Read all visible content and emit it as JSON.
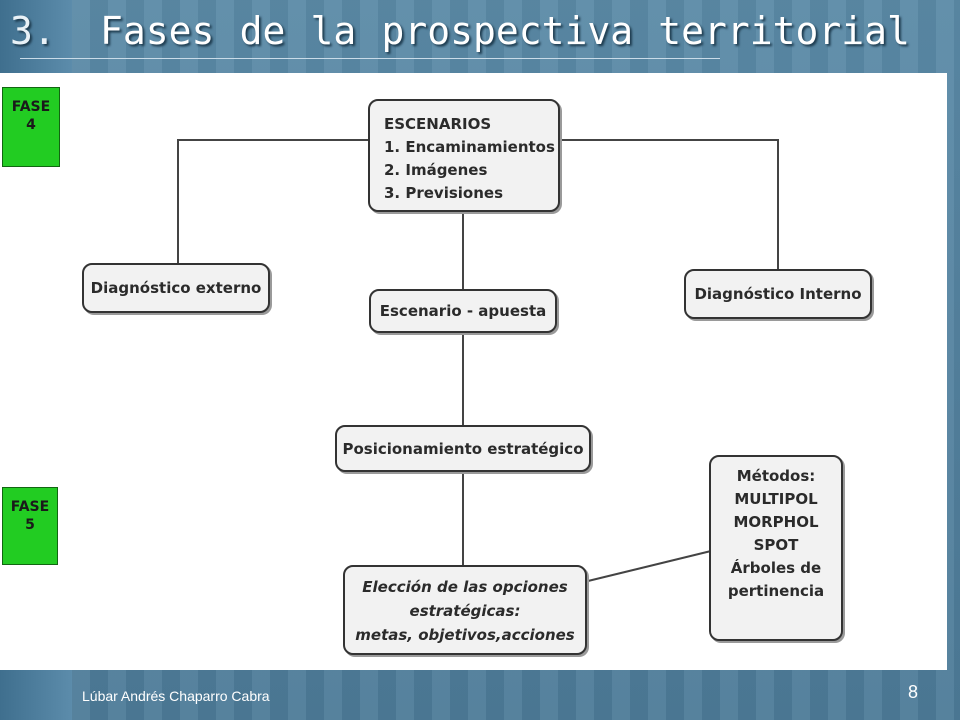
{
  "slide": {
    "title_number": "3.",
    "title_words": [
      "Fases",
      "de",
      "la",
      "prospectiva",
      "territorial"
    ],
    "author": "Lúbar Andrés Chaparro Cabra",
    "page_number": "8"
  },
  "phases": [
    {
      "lines": [
        "FASE",
        "4"
      ],
      "color": "#22cc22"
    },
    {
      "lines": [
        "FASE",
        "5"
      ],
      "color": "#22cc22"
    }
  ],
  "diagram": {
    "escenarios": {
      "lines": [
        "ESCENARIOS",
        "1. Encaminamientos",
        "2. Imágenes",
        "3. Previsiones"
      ]
    },
    "diagnostico_externo": "Diagnóstico externo",
    "diagnostico_interno": "Diagnóstico Interno",
    "escenario_apuesta": "Escenario - apuesta",
    "posicionamiento": "Posicionamiento estratégico",
    "eleccion": {
      "lines": [
        "Elección de las opciones",
        "estratégicas:",
        "metas, objetivos,acciones"
      ]
    },
    "metodos": {
      "lines": [
        "Métodos:",
        "MULTIPOL",
        "MORPHOL",
        "SPOT",
        "Árboles de",
        "pertinencia"
      ]
    }
  }
}
